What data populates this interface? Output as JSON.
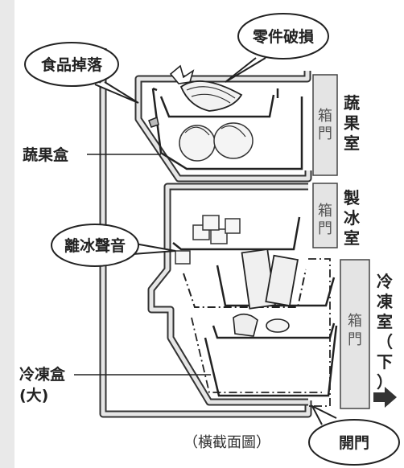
{
  "labels": {
    "parts_damaged": "零件破損",
    "food_falls": "食品掉落",
    "veg_box": "蔬果盒",
    "ice_noise": "離冰聲音",
    "freezer_box_line1": "冷凍盒",
    "freezer_box_line2": "(大)",
    "caption": "（橫截面圖）",
    "open_door": "開門"
  },
  "compartments": {
    "veg_room": [
      "蔬",
      "果",
      "室"
    ],
    "ice_room": [
      "製",
      "冰",
      "室"
    ],
    "freezer_room": [
      "冷",
      "凍",
      "室",
      "（",
      "下",
      "）"
    ]
  },
  "doors": {
    "veg_door": [
      "箱",
      "門"
    ],
    "ice_door": [
      "箱",
      "門"
    ],
    "freezer_door": [
      "箱",
      "門"
    ]
  },
  "colors": {
    "frame_fill": "#e6e6e6",
    "line": "#333333",
    "page": "#ffffff"
  }
}
